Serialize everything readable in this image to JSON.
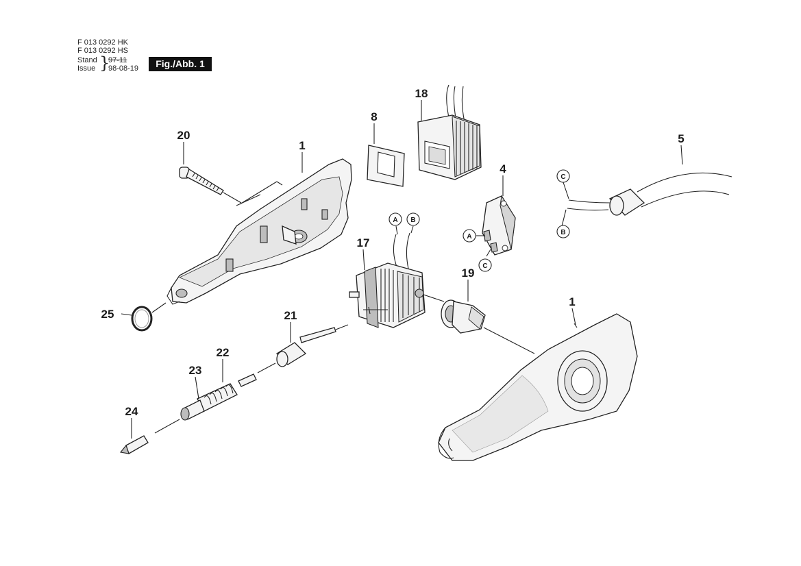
{
  "header": {
    "line1": "F 013 0292 HK",
    "line2": "F 013 0292 HS",
    "stand_label": "Stand",
    "issue_label": "Issue",
    "stand_date": "97-11",
    "issue_date": "98-08-19",
    "figure_label": "Fig./Abb. 1"
  },
  "markers": {
    "a": "A",
    "b": "B",
    "c": "C"
  },
  "parts": {
    "p1": "1",
    "p4": "4",
    "p5": "5",
    "p8": "8",
    "p17": "17",
    "p18": "18",
    "p19": "19",
    "p20": "20",
    "p21": "21",
    "p22": "22",
    "p23": "23",
    "p24": "24",
    "p25": "25"
  },
  "colors": {
    "ink": "#1a1a1a",
    "part_fill": "#f4f4f4",
    "label_box": "#111111"
  }
}
